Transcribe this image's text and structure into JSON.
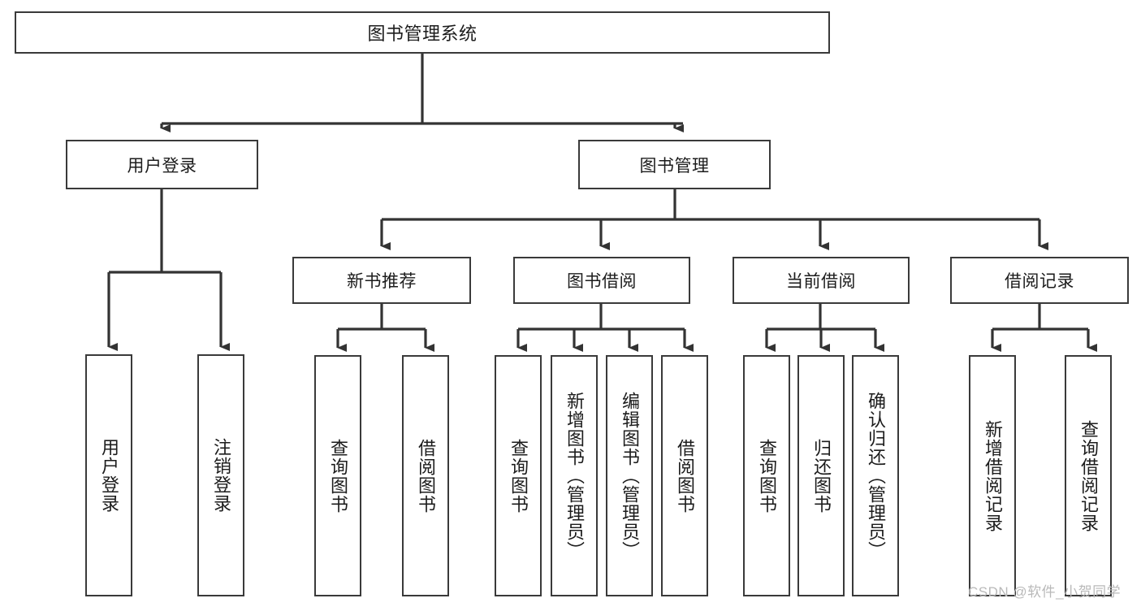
{
  "diagram": {
    "title": "图书管理系统",
    "type": "tree-hierarchy",
    "watermark": "CSDN @软件_小贺同学",
    "colors": {
      "stroke": "#3a3a3a",
      "fill": "#ffffff",
      "text": "#1c1c1c",
      "watermark": "#b9b9b9"
    },
    "nodes": {
      "root": {
        "label": "图书管理系统"
      },
      "level2": [
        {
          "id": "user-login",
          "label": "用户登录"
        },
        {
          "id": "book-manage",
          "label": "图书管理"
        }
      ],
      "level3": [
        {
          "id": "new-book-recommend",
          "label": "新书推荐"
        },
        {
          "id": "book-borrow",
          "label": "图书借阅"
        },
        {
          "id": "current-borrow",
          "label": "当前借阅"
        },
        {
          "id": "borrow-record",
          "label": "借阅记录"
        }
      ],
      "leaves": {
        "user_login": [
          {
            "id": "leaf-user-login",
            "label": "用户登录"
          },
          {
            "id": "leaf-logout-login",
            "label": "注销登录"
          }
        ],
        "new_book_recommend": [
          {
            "id": "leaf-query-book-1",
            "label": "查询图书"
          },
          {
            "id": "leaf-borrow-book-1",
            "label": "借阅图书"
          }
        ],
        "book_borrow": [
          {
            "id": "leaf-query-book-2",
            "label": "查询图书"
          },
          {
            "id": "leaf-add-book",
            "label": "新增图书（管理员）"
          },
          {
            "id": "leaf-edit-book",
            "label": "编辑图书（管理员）"
          },
          {
            "id": "leaf-borrow-book-2",
            "label": "借阅图书"
          }
        ],
        "current_borrow": [
          {
            "id": "leaf-query-book-3",
            "label": "查询图书"
          },
          {
            "id": "leaf-return-book",
            "label": "归还图书"
          },
          {
            "id": "leaf-confirm-return",
            "label": "确认归还（管理员）"
          }
        ],
        "borrow_record": [
          {
            "id": "leaf-add-record",
            "label": "新增借阅记录"
          },
          {
            "id": "leaf-query-record",
            "label": "查询借阅记录"
          }
        ]
      }
    }
  }
}
